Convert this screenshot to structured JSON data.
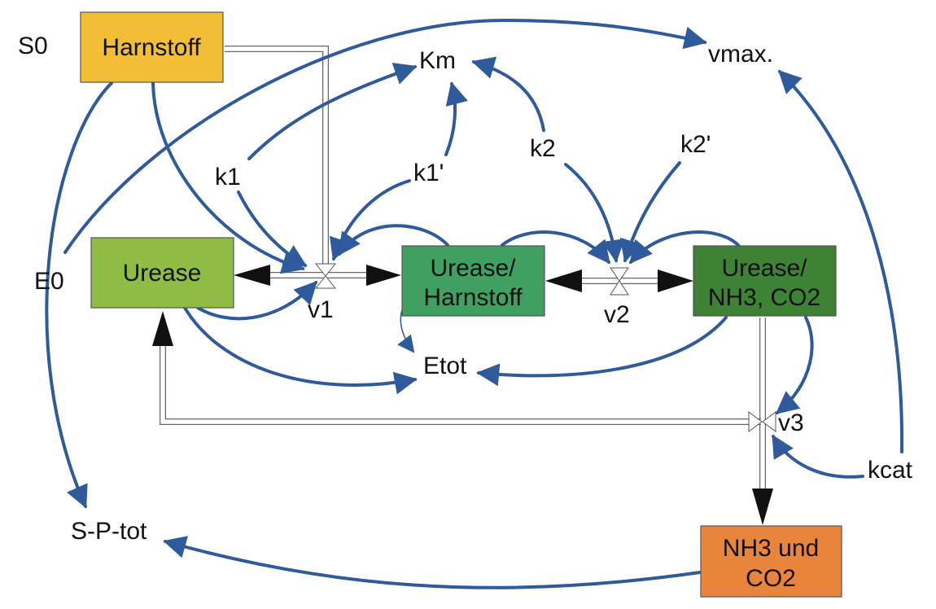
{
  "diagram": {
    "title": "Urease enzyme kinetics stock-flow model",
    "colors": {
      "link": "#2f5a9c",
      "harnstoff": "#f2be35",
      "urease": "#8fbc45",
      "complex1": "#40a062",
      "complex2": "#3e8236",
      "products": "#e8843b",
      "flow_arrow": "#111111"
    },
    "stocks": {
      "harnstoff": "Harnstoff",
      "urease": "Urease",
      "complex1_line1": "Urease/",
      "complex1_line2": "Harnstoff",
      "complex2_line1": "Urease/",
      "complex2_line2": "NH3, CO2",
      "products_line1": "NH3 und",
      "products_line2": "CO2"
    },
    "flows": {
      "v1": "v1",
      "v2": "v2",
      "v3": "v3"
    },
    "variables": {
      "s0": "S0",
      "e0": "E0",
      "km": "Km",
      "vmax": "vmax.",
      "k1": "k1",
      "k1p": "k1'",
      "k2": "k2",
      "k2p": "k2'",
      "etot": "Etot",
      "kcat": "kcat",
      "sptot": "S-P-tot"
    }
  }
}
